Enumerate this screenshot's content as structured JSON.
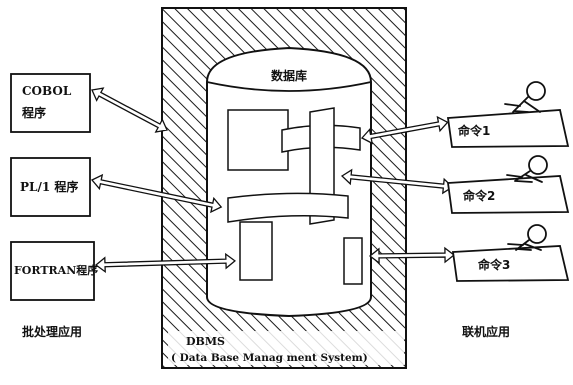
{
  "database": {
    "label": "数据库"
  },
  "batch_programs": [
    {
      "line1": "COBOL",
      "line2": "程序"
    },
    {
      "line1": "PL/1 程序",
      "line2": ""
    },
    {
      "line1": "FORTRAN程序",
      "line2": ""
    }
  ],
  "online_commands": [
    {
      "label": "命令1"
    },
    {
      "label": "命令2"
    },
    {
      "label": "命令3"
    }
  ],
  "captions": {
    "batch": "批处理应用",
    "online": "联机应用",
    "dbms": "DBMS",
    "dbms_full": "( Data Base Manag ment System)"
  }
}
